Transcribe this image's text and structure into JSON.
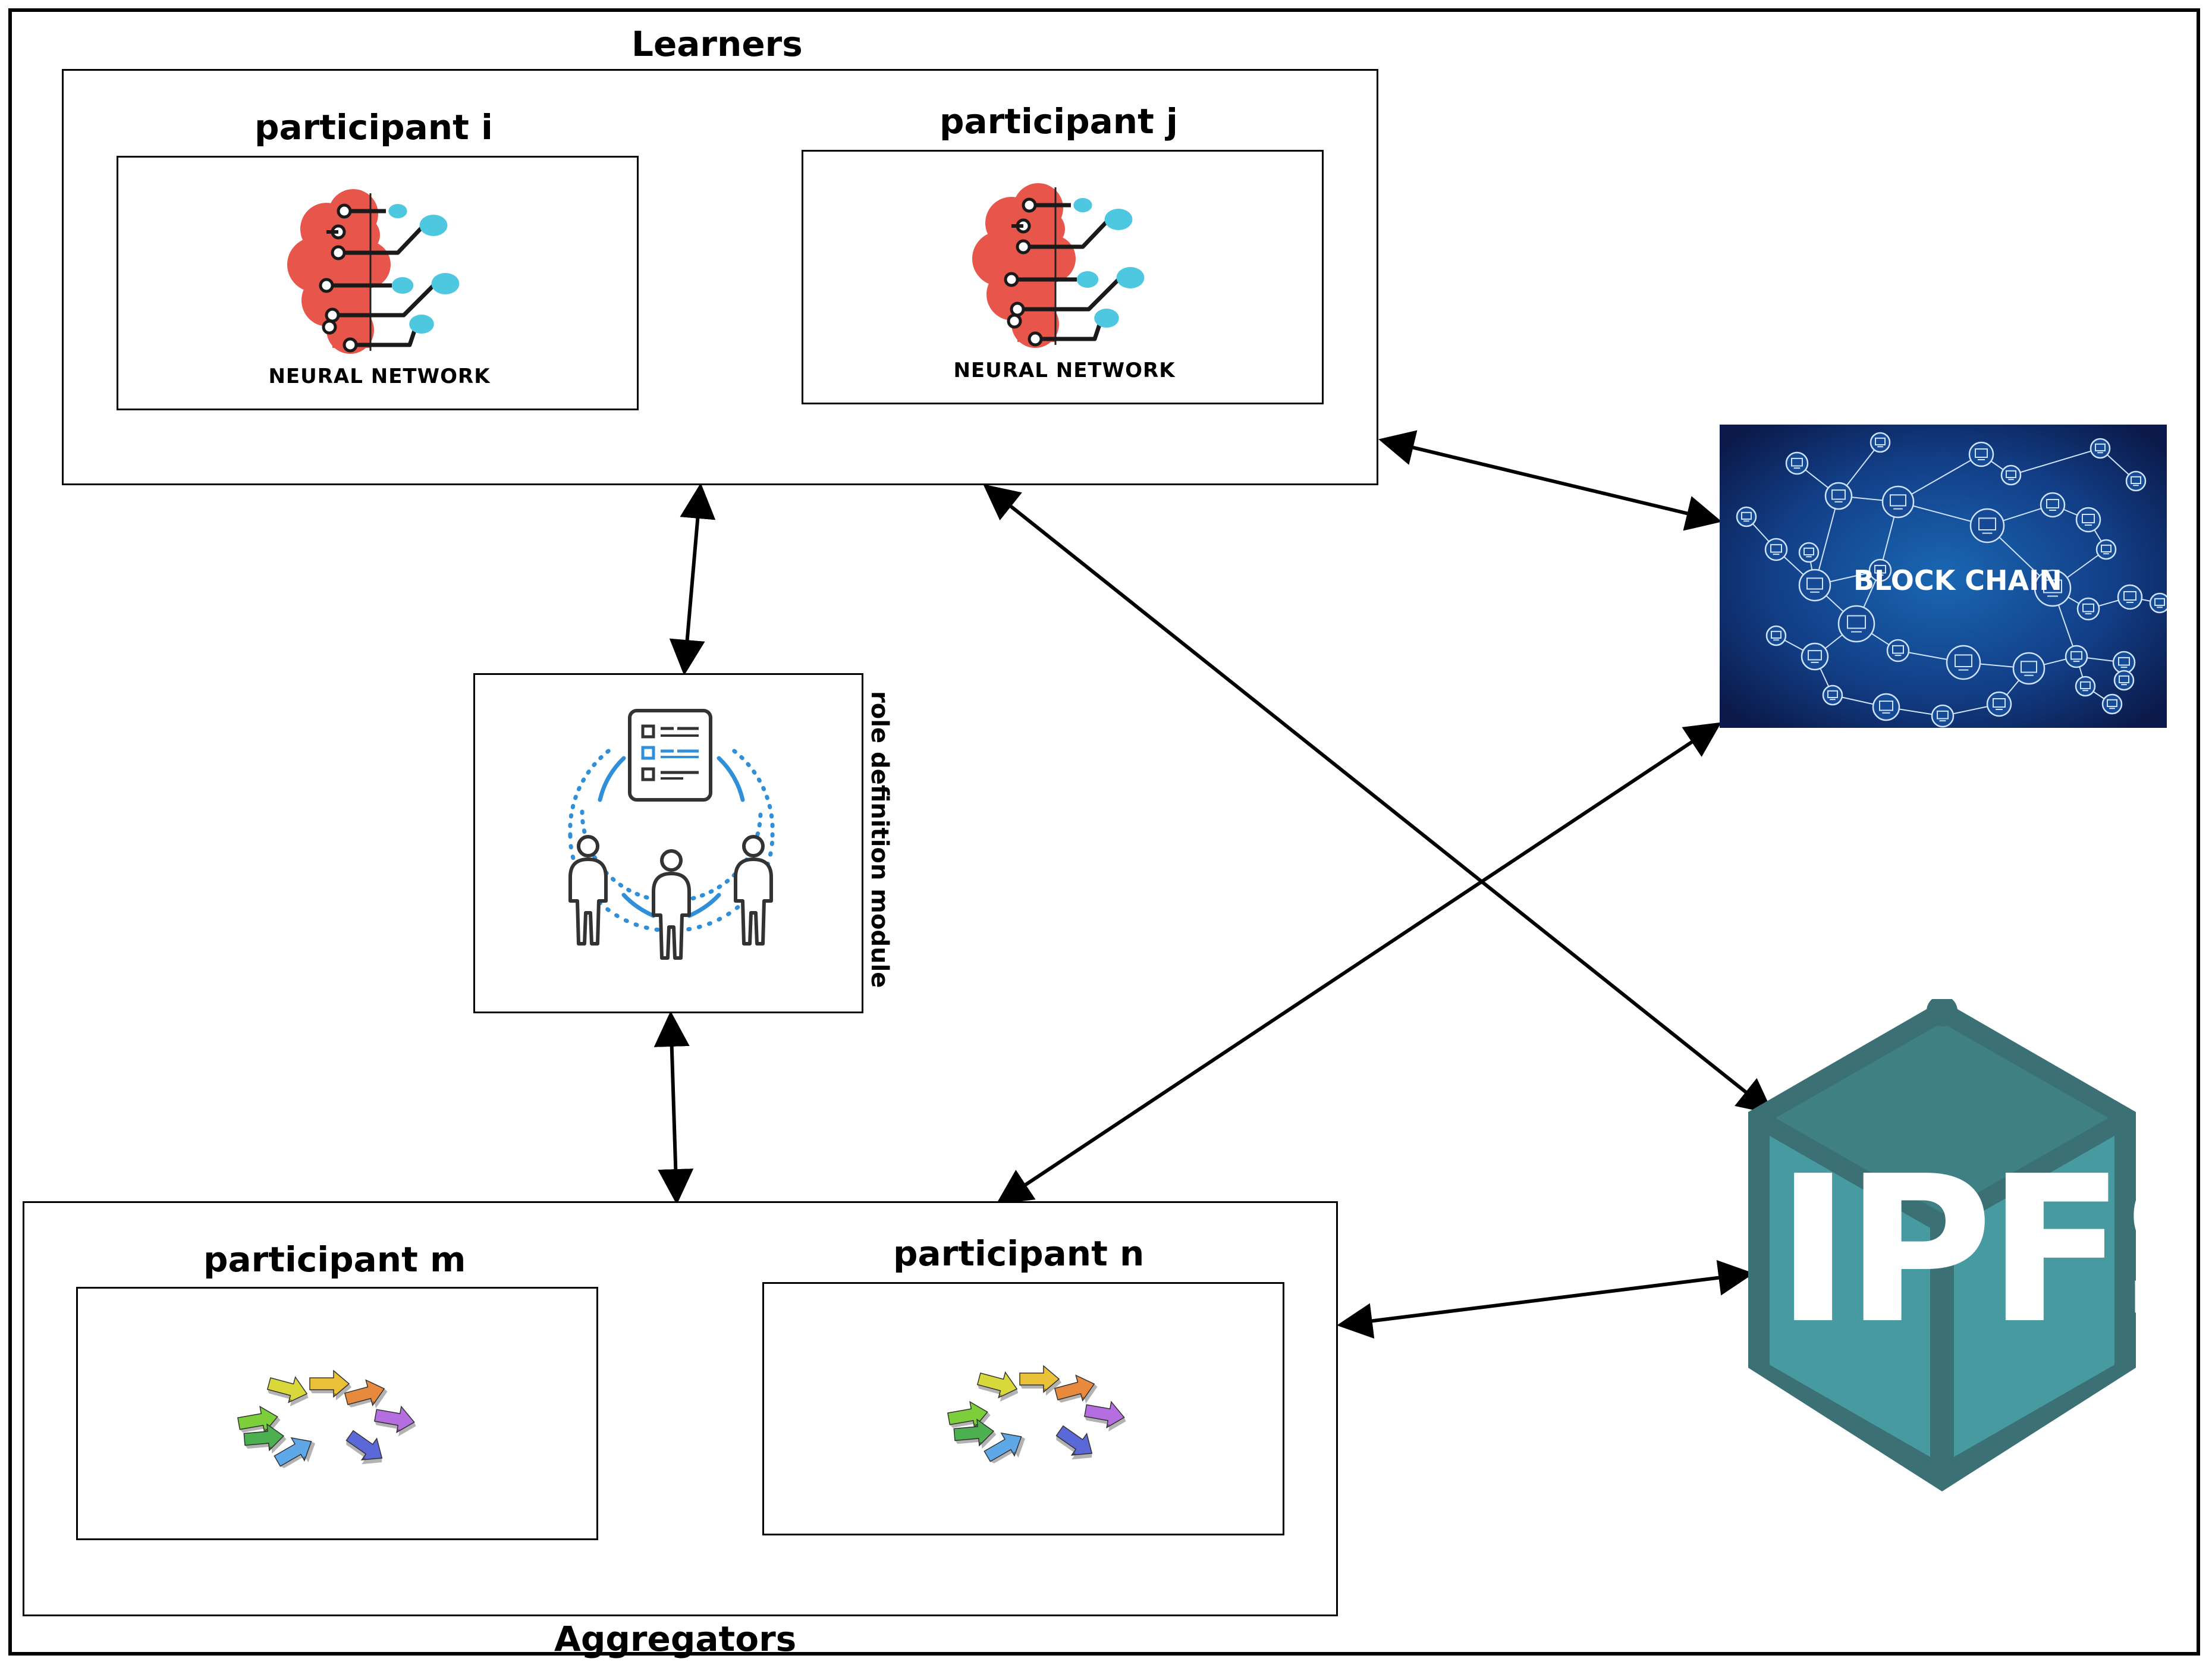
{
  "groups": {
    "learners": "Learners",
    "aggregators": "Aggregators"
  },
  "participants": {
    "i": "participant i",
    "j": "participant j",
    "m": "participant m",
    "n": "participant n"
  },
  "neural_network_caption": "NEURAL NETWORK",
  "role_module": "role definition module",
  "blockchain": "BLOCK CHAIN",
  "ipfs": "IPFS",
  "icons": {
    "brain": "brain-circuit-icon",
    "roles": "team-roles-icon",
    "arrows": "converging-arrows-icon"
  },
  "colors": {
    "brain": "#e8554a",
    "node": "#4ec8e0",
    "ipfs_dark": "#3b7175",
    "ipfs_light": "#469aa0",
    "blockchain_bg": "#11306e"
  }
}
